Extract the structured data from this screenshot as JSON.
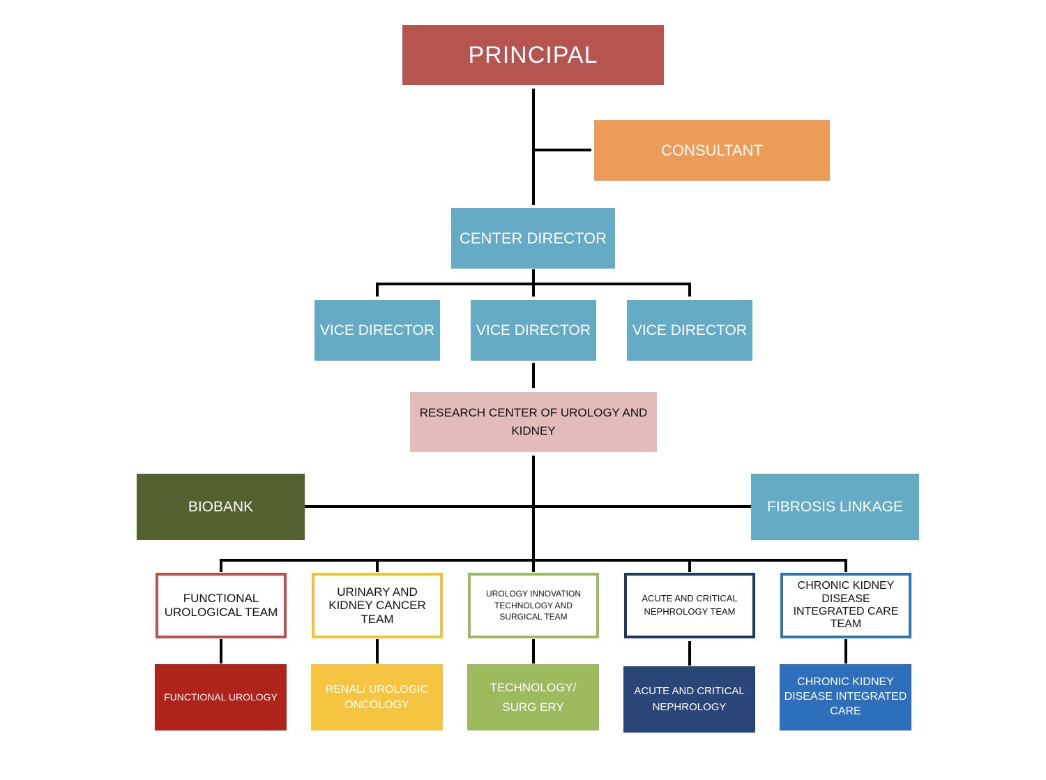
{
  "colors": {
    "principal": "#b65550",
    "consultant": "#ec9c56",
    "director": "#65abc5",
    "research": "#e2bbbb",
    "biobank": "#536030",
    "fibrosis": "#65abc5",
    "team1_border": "#c0504d",
    "team2_border": "#f2c232",
    "team3_border": "#9cbb5f",
    "team4_border": "#1f3864",
    "team5_border": "#2e75b6",
    "unit1": "#b0231a",
    "unit2": "#f5c542",
    "unit3": "#9cbb5f",
    "unit4": "#2a4577",
    "unit5": "#2e6fbc",
    "line": "#000000"
  },
  "nodes": {
    "principal": "PRINCIPAL",
    "consultant": "CONSULTANT",
    "center_director": "CENTER DIRECTOR",
    "vice_directors": [
      "VICE DIRECTOR",
      "VICE DIRECTOR",
      "VICE DIRECTOR"
    ],
    "research_center": "RESEARCH CENTER OF UROLOGY AND KIDNEY",
    "biobank": "BIOBANK",
    "fibrosis_linkage": "FIBROSIS LINKAGE"
  },
  "teams": [
    "FUNCTIONAL UROLOGICAL TEAM",
    "URINARY AND KIDNEY CANCER TEAM",
    "UROLOGY INNOVATION TECHNOLOGY AND SURGICAL TEAM",
    "ACUTE AND CRITICAL NEPHROLOGY TEAM",
    "CHRONIC KIDNEY DISEASE INTEGRATED CARE TEAM"
  ],
  "units": [
    "FUNCTIONAL UROLOGY",
    "RENAL/ UROLOGIC ONCOLOGY",
    "TECHNOLOGY/ SURG ERY",
    "ACUTE  AND CRITICAL NEPHROLOGY",
    "CHRONIC KIDNEY DISEASE INTEGRATED CARE"
  ]
}
